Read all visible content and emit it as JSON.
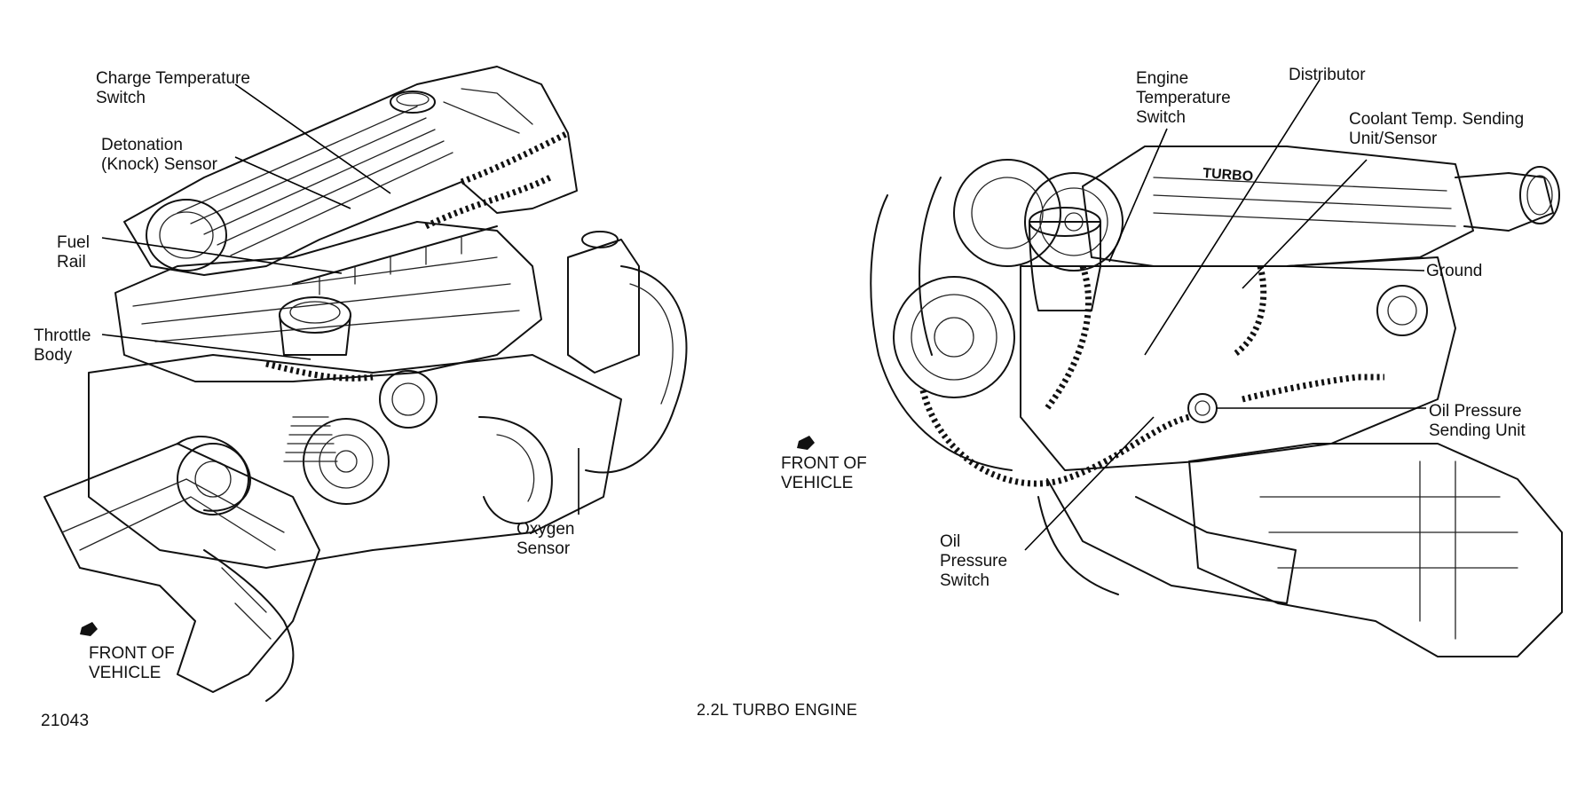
{
  "figure": {
    "number": "21043",
    "caption": "2.2L TURBO ENGINE"
  },
  "left_view": {
    "labels": {
      "charge_temp": "Charge Temperature\nSwitch",
      "detonation": "Detonation\n(Knock) Sensor",
      "fuel_rail": "Fuel\nRail",
      "throttle_body": "Throttle\nBody",
      "oxygen_sensor": "Oxygen\nSensor",
      "front": "FRONT OF\nVEHICLE"
    }
  },
  "right_view": {
    "labels": {
      "engine_temp": "Engine\nTemperature\nSwitch",
      "distributor": "Distributor",
      "coolant": "Coolant Temp. Sending\nUnit/Sensor",
      "ground": "Ground",
      "oil_pressure_sending": "Oil Pressure\nSending Unit",
      "oil_pressure_switch": "Oil\nPressure\nSwitch",
      "front": "FRONT OF\nVEHICLE",
      "valve_cover_text": "TURBO"
    }
  },
  "icons": {
    "front_arrow": "front-direction-arrow-icon"
  }
}
